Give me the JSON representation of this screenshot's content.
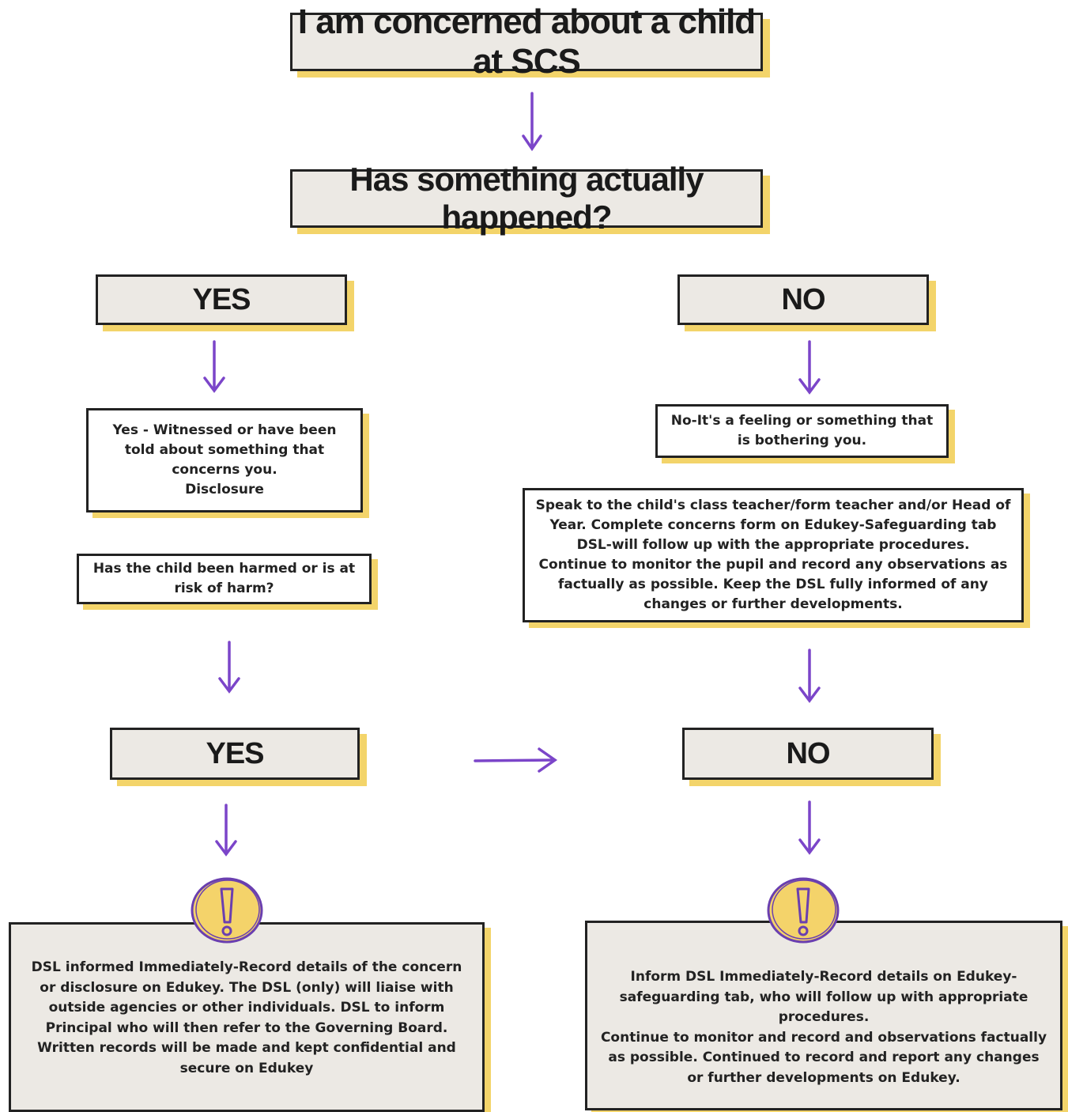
{
  "title": "I am concerned about a child at SCS",
  "question": "Has something actually happened?",
  "left": {
    "yes_label": "YES",
    "detail": "Yes - Witnessed or have been told about something that concerns you.\nDisclosure",
    "harm_question": "Has the child been harmed or is at risk of harm?",
    "yes_label_2": "YES",
    "action": "DSL informed Immediately-Record details of the concern or disclosure on Edukey. The DSL (only) will liaise with outside agencies or other individuals. DSL to inform Principal who will then refer to the Governing Board. Written records will be made and kept confidential and secure on Edukey"
  },
  "right": {
    "no_label": "NO",
    "detail": "No-It's a feeling or something that is bothering you.",
    "guidance": "Speak to the child's class teacher/form teacher and/or Head of Year. Complete concerns form on Edukey-Safeguarding tab\nDSL-will follow up with the appropriate procedures.\nContinue to monitor the pupil and record any observations as factually as possible. Keep the DSL fully informed of any changes or further developments.",
    "no_label_2": "NO",
    "action": "Inform DSL Immediately-Record details on Edukey-safeguarding tab, who will follow up with appropriate procedures.\nContinue to monitor and record and observations factually as possible. Continued to record and report any changes or further developments on Edukey."
  },
  "colors": {
    "arrow": "#7b45c9",
    "shadow": "#f3d46a",
    "box_fill": "#ece9e4",
    "warning_fill": "#f4d36a"
  },
  "icons": [
    "down-arrow-icon",
    "right-arrow-icon",
    "exclamation-warning-icon"
  ]
}
